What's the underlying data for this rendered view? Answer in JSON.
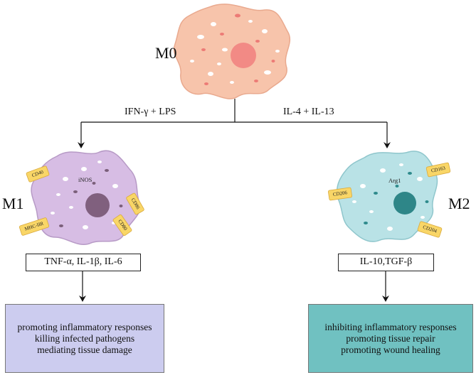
{
  "states": {
    "m0": "M0",
    "m1": "M1",
    "m2": "M2"
  },
  "stimuli": {
    "m1": "IFN-γ + LPS",
    "m2": "IL-4 + IL-13"
  },
  "markers": {
    "m1": {
      "enzyme": "iNOS",
      "receptors": [
        "CD40",
        "CD86",
        "MHC-IIR",
        "CD80"
      ]
    },
    "m2": {
      "enzyme": "Arg1",
      "receptors": [
        "CD163",
        "CD206",
        "CD204"
      ]
    }
  },
  "cytokines": {
    "m1": "TNF-α, IL-1β, IL-6",
    "m2": "IL-10,TGF-β"
  },
  "outcomes": {
    "m1": [
      "promoting inflammatory responses",
      "killing infected pathogens",
      "mediating tissue damage"
    ],
    "m2": [
      "inhibiting inflammatory responses",
      "promoting tissue repair",
      "promoting wound healing"
    ]
  },
  "colors": {
    "m0_body": "#f7c4ab",
    "m0_nucleus": "#f28a85",
    "m1_body": "#d7bde4",
    "m1_nucleus": "#80607e",
    "m2_body": "#b9e2e6",
    "m2_nucleus": "#2e8688",
    "receptor": "#f9d667",
    "m1_outcome_bg": "#ccccef",
    "m2_outcome_bg": "#70c1c1"
  }
}
